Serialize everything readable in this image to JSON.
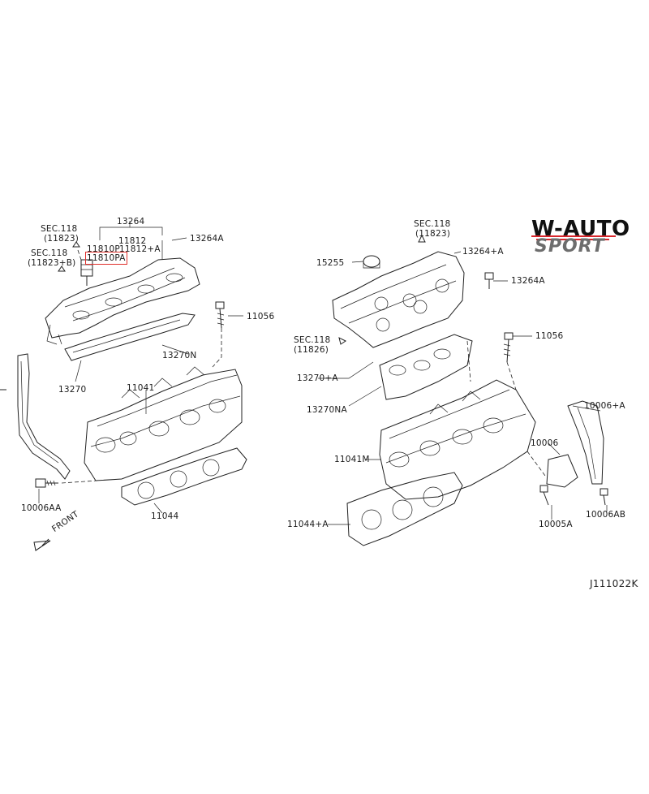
{
  "diagram": {
    "code": "J111022K",
    "logo": {
      "line1": "W-AUTO",
      "line2": "SPORT"
    },
    "front_label": "FRONT",
    "left_labels": {
      "sec118_11823": [
        "SEC.118",
        "(11823)"
      ],
      "sec118_11823b": [
        "SEC.118",
        "(11823+B)"
      ],
      "p13264": "13264",
      "p11812": "11812",
      "p11810p": "11810P",
      "p11812a": "11812+A",
      "p11810pa": "11810PA",
      "p13264a": "13264A",
      "p11056": "11056",
      "p13270n": "13270N",
      "p13270": "13270",
      "p11041": "11041",
      "p10006aa": "10006AA",
      "p11044": "11044"
    },
    "right_labels": {
      "sec118_11823": [
        "SEC.118",
        "(11823)"
      ],
      "p13264a_plus": "13264+A",
      "p15255": "15255",
      "p13264a": "13264A",
      "sec118_11826": [
        "SEC.118",
        "(11826)"
      ],
      "p11056": "11056",
      "p13270a": "13270+A",
      "p13270na": "13270NA",
      "p10006a": "10006+A",
      "p10006": "10006",
      "p11041m": "11041M",
      "p10006ab": "10006AB",
      "p10005a": "10005A",
      "p11044a": "11044+A"
    },
    "highlight_color": "#e0302c"
  }
}
